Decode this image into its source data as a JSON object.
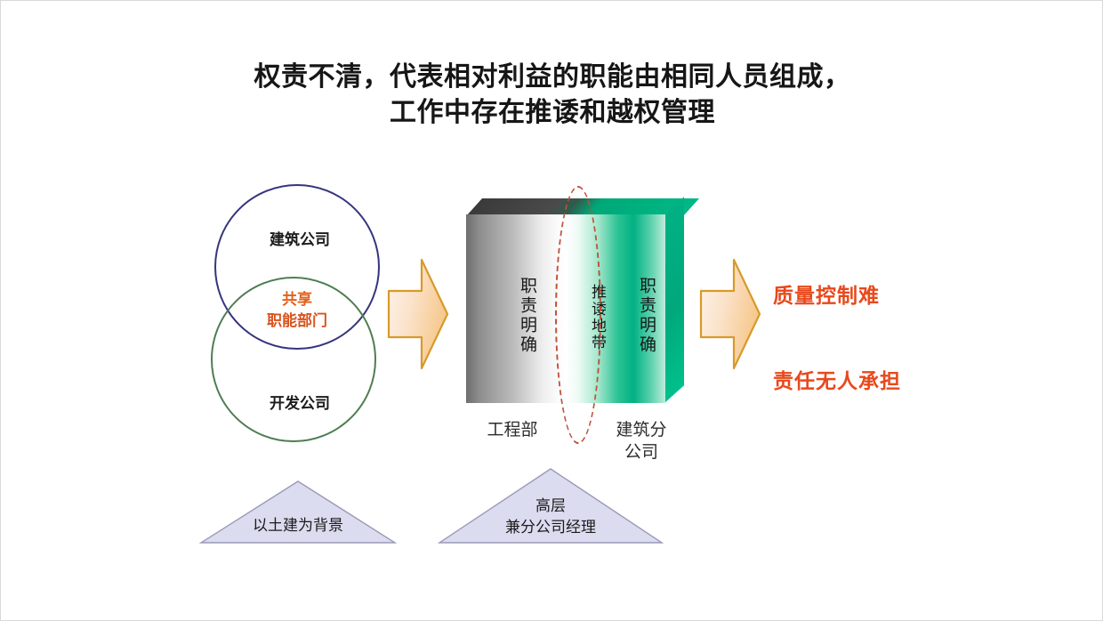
{
  "slide": {
    "title": {
      "line1": "权责不清，代表相对利益的职能由相同人员组成，",
      "line2": "工作中存在推诿和越权管理"
    },
    "venn": {
      "top_label": "建筑公司",
      "bottom_label": "开发公司",
      "shared_label_line1": "共享",
      "shared_label_line2": "职能部门",
      "top_circle_color": "#35357e",
      "bottom_circle_color": "#4f7d53",
      "shared_text_color": "#e2621b"
    },
    "arrows": {
      "first": "right-arrow",
      "second": "right-arrow",
      "border_color": "#d9a33a",
      "fill_color": "#fdebd8"
    },
    "block": {
      "left_zone_text": "职责明确",
      "middle_zone_text": "推诿地带",
      "right_zone_text": "职责明确",
      "left_bottom_label": "工程部",
      "right_bottom_label_line1": "建筑分",
      "right_bottom_label_line2": "公司",
      "highlight_ellipse_color": "#c0503a",
      "right_face_color": "#00a87c"
    },
    "outcome": {
      "line1": "质量控制难",
      "line2": "责任无人承担",
      "color": "#e8491c"
    },
    "triangles": {
      "first_label": "以土建为背景",
      "second_label_line1": "高层",
      "second_label_line2": "兼分公司经理",
      "fill_color": "#dcdcf0",
      "stroke_color": "#9a9ab8"
    }
  }
}
